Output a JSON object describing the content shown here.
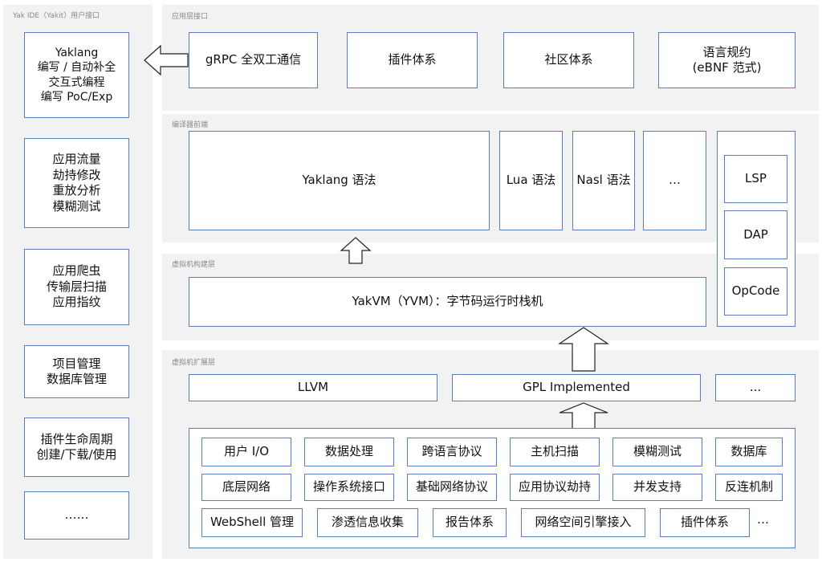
{
  "ide": {
    "title": "Yak IDE（Yakit）用户接口",
    "items": [
      {
        "lines": [
          "Yaklang",
          "编写 / 自动补全",
          "交互式编程",
          "编写 PoC/Exp"
        ]
      },
      {
        "lines": [
          "应用流量",
          "劫持修改",
          "重放分析",
          "模糊测试"
        ]
      },
      {
        "lines": [
          "应用爬虫",
          "传输层扫描",
          "应用指纹"
        ]
      },
      {
        "lines": [
          "项目管理",
          "数据库管理"
        ]
      },
      {
        "lines": [
          "插件生命周期",
          "创建/下载/使用"
        ]
      },
      {
        "lines": [
          "……"
        ]
      }
    ]
  },
  "app_layer": {
    "title": "应用层接口",
    "items": [
      "gRPC 全双工通信",
      "插件体系",
      "社区体系"
    ],
    "spec_lines": [
      "语言规约",
      "(eBNF 范式)"
    ]
  },
  "frontend": {
    "title": "编译器前端",
    "items": [
      "Yaklang 语法",
      "Lua 语法",
      "Nasl 语法",
      "…"
    ]
  },
  "tools": [
    "LSP",
    "DAP",
    "OpCode"
  ],
  "vm": {
    "title": "虚拟机构建层",
    "label": "YakVM（YVM）：字节码运行时栈机"
  },
  "ext": {
    "title": "虚拟机扩展层",
    "items": [
      "LLVM",
      "GPL Implemented",
      "..."
    ]
  },
  "libs": {
    "row1": [
      "用户 I/O",
      "数据处理",
      "跨语言协议",
      "主机扫描",
      "模糊测试",
      "数据库"
    ],
    "row2": [
      "底层网络",
      "操作系统接口",
      "基础网络协议",
      "应用协议劫持",
      "并发支持",
      "反连机制"
    ],
    "row3": [
      "WebShell 管理",
      "渗透信息收集",
      "报告体系",
      "网络空间引擎接入",
      "插件体系"
    ],
    "more": "…"
  }
}
